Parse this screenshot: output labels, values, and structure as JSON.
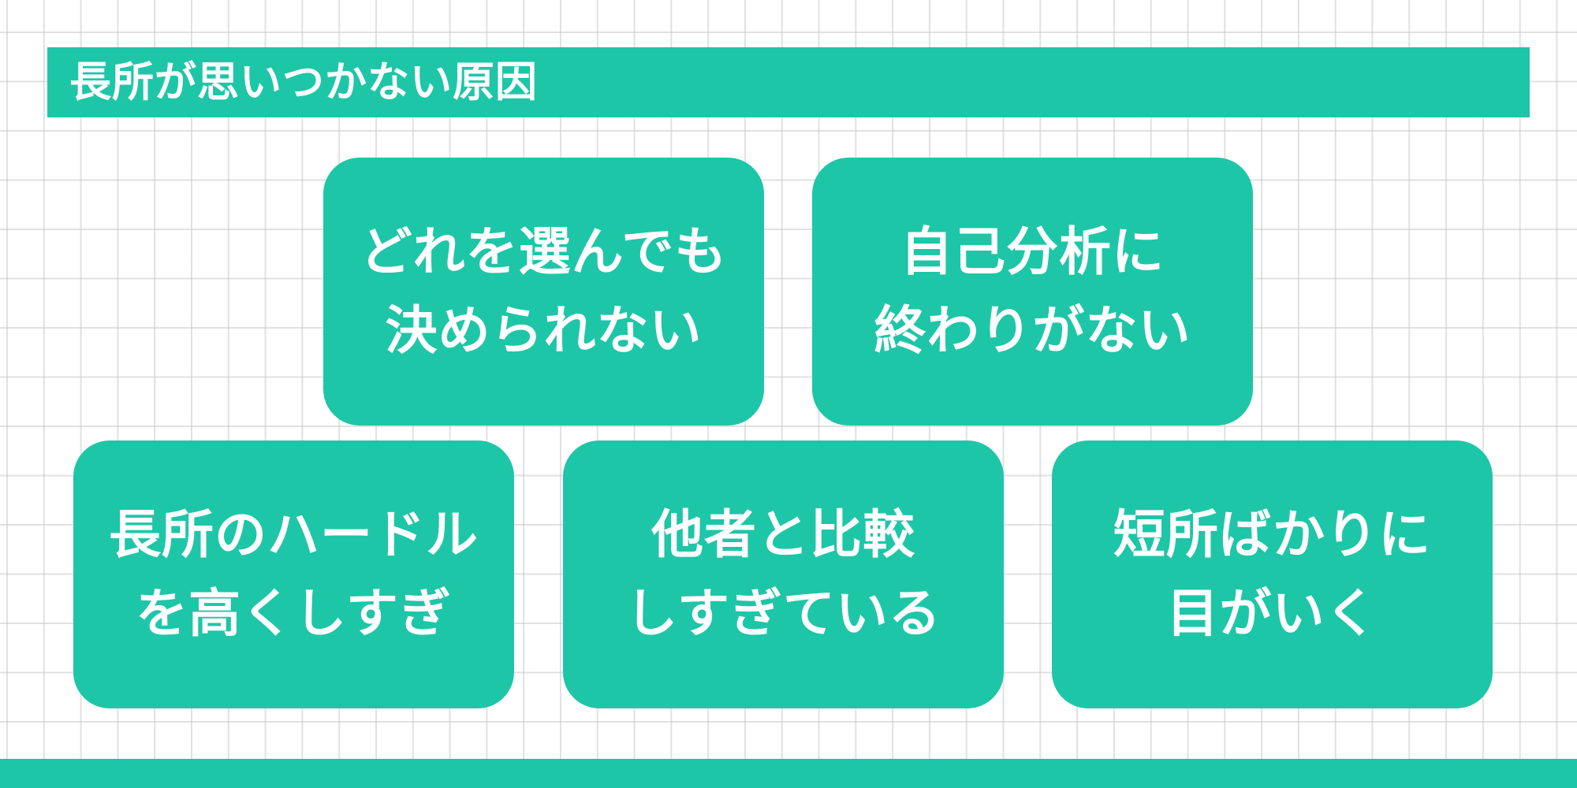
{
  "header": {
    "title": "長所が思いつかない原因"
  },
  "cards": [
    {
      "lines": [
        "どれを選んでも",
        "決められない"
      ]
    },
    {
      "lines": [
        "自己分析に",
        "終わりがない"
      ]
    },
    {
      "lines": [
        "長所のハードル",
        "を高くしすぎ"
      ]
    },
    {
      "lines": [
        "他者と比較",
        "しすぎている"
      ]
    },
    {
      "lines": [
        "短所ばかりに",
        "目がいく"
      ]
    }
  ],
  "colors": {
    "accent": "#1ec6a8",
    "text": "#ffffff",
    "background": "#ffffff",
    "grid": "#d9d9d9"
  }
}
